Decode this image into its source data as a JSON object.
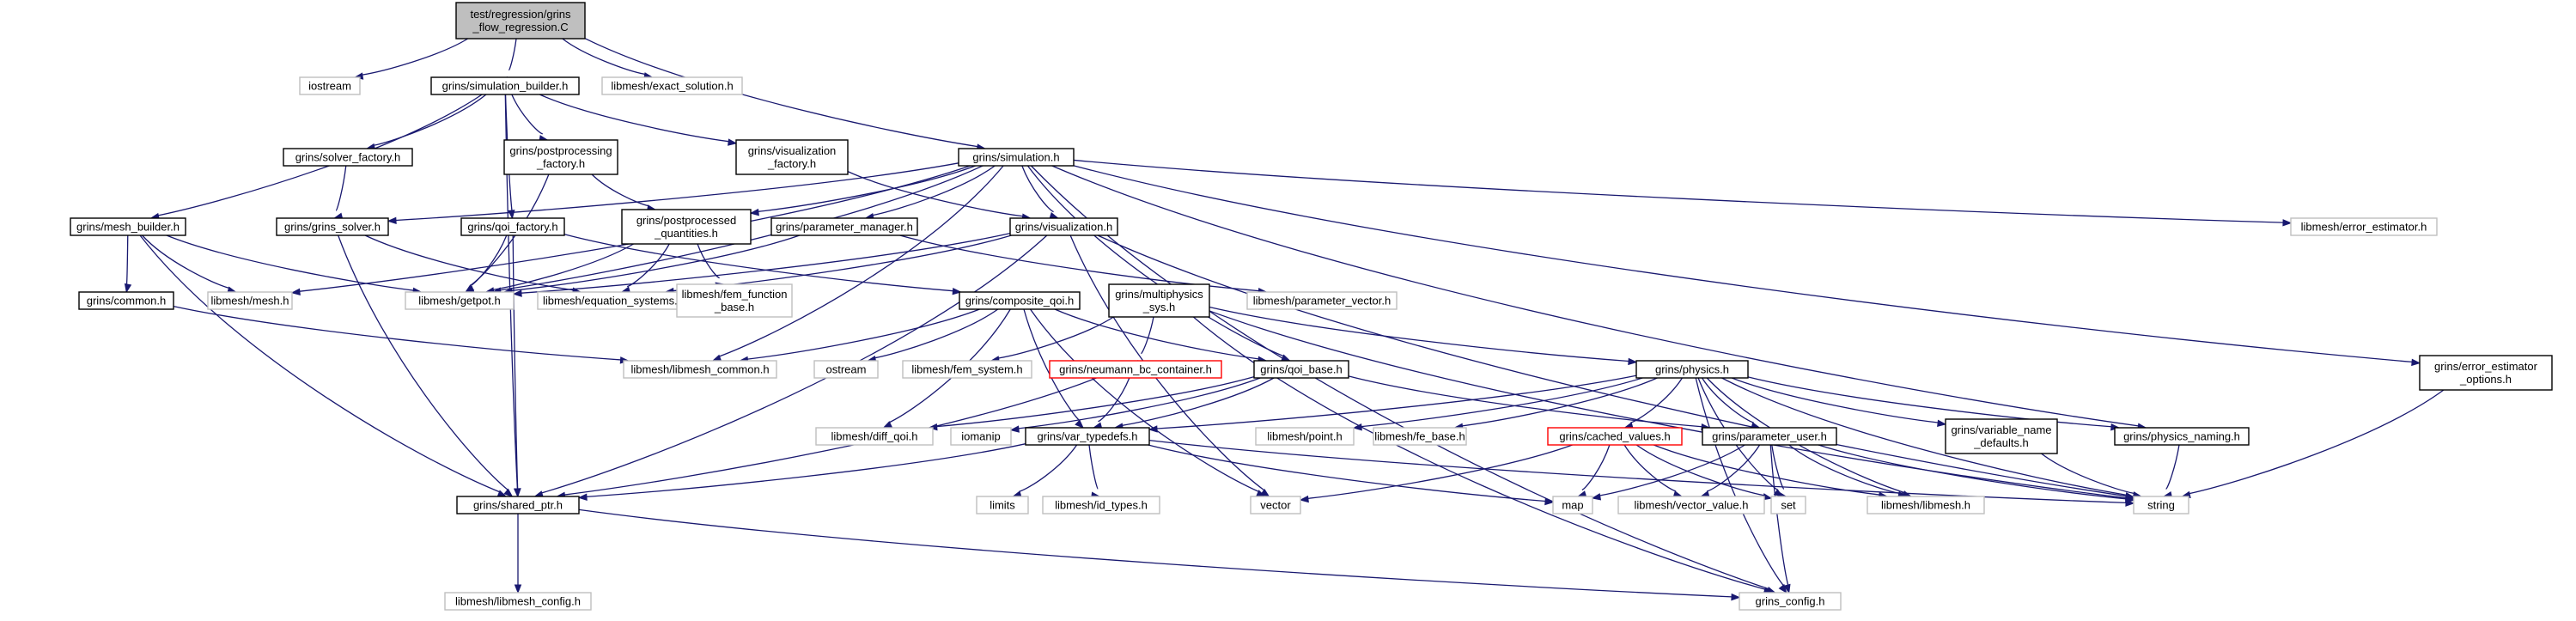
{
  "graph": {
    "nodes": [
      {
        "id": "root",
        "kind": "root",
        "lines": [
          "test/regression/grins",
          "_flow_regression.C"
        ]
      },
      {
        "id": "iostream",
        "kind": "sys",
        "lines": [
          "iostream"
        ]
      },
      {
        "id": "simbuilder",
        "kind": "doc",
        "lines": [
          "grins/simulation_builder.h"
        ]
      },
      {
        "id": "exact",
        "kind": "sys",
        "lines": [
          "libmesh/exact_solution.h"
        ]
      },
      {
        "id": "solverfactory",
        "kind": "doc",
        "lines": [
          "grins/solver_factory.h"
        ]
      },
      {
        "id": "postprocfactory",
        "kind": "doc",
        "lines": [
          "grins/postprocessing",
          "_factory.h"
        ]
      },
      {
        "id": "visfactory",
        "kind": "doc",
        "lines": [
          "grins/visualization",
          "_factory.h"
        ]
      },
      {
        "id": "simulation",
        "kind": "doc",
        "lines": [
          "grins/simulation.h"
        ]
      },
      {
        "id": "meshbuilder",
        "kind": "doc",
        "lines": [
          "grins/mesh_builder.h"
        ]
      },
      {
        "id": "grinssolver",
        "kind": "doc",
        "lines": [
          "grins/grins_solver.h"
        ]
      },
      {
        "id": "qoifactory",
        "kind": "doc",
        "lines": [
          "grins/qoi_factory.h"
        ]
      },
      {
        "id": "postprocq",
        "kind": "doc",
        "lines": [
          "grins/postprocessed",
          "_quantities.h"
        ]
      },
      {
        "id": "parammanager",
        "kind": "doc",
        "lines": [
          "grins/parameter_manager.h"
        ]
      },
      {
        "id": "visualization",
        "kind": "doc",
        "lines": [
          "grins/visualization.h"
        ]
      },
      {
        "id": "errestimator",
        "kind": "sys",
        "lines": [
          "libmesh/error_estimator.h"
        ]
      },
      {
        "id": "errestopts",
        "kind": "doc",
        "lines": [
          "grins/error_estimator",
          "_options.h"
        ]
      },
      {
        "id": "common",
        "kind": "doc",
        "lines": [
          "grins/common.h"
        ]
      },
      {
        "id": "mesh",
        "kind": "sys",
        "lines": [
          "libmesh/mesh.h"
        ]
      },
      {
        "id": "getpot",
        "kind": "sys",
        "lines": [
          "libmesh/getpot.h"
        ]
      },
      {
        "id": "eqsys",
        "kind": "sys",
        "lines": [
          "libmesh/equation_systems.h"
        ]
      },
      {
        "id": "femfunc",
        "kind": "sys",
        "lines": [
          "libmesh/fem_function",
          "_base.h"
        ]
      },
      {
        "id": "compqoi",
        "kind": "doc",
        "lines": [
          "grins/composite_qoi.h"
        ]
      },
      {
        "id": "multiphys",
        "kind": "doc",
        "lines": [
          "grins/multiphysics",
          "_sys.h"
        ]
      },
      {
        "id": "paramvec",
        "kind": "sys",
        "lines": [
          "libmesh/parameter_vector.h"
        ]
      },
      {
        "id": "libmeshcommon",
        "kind": "sys",
        "lines": [
          "libmesh/libmesh_common.h"
        ]
      },
      {
        "id": "ostream",
        "kind": "sys",
        "lines": [
          "ostream"
        ]
      },
      {
        "id": "femsystem",
        "kind": "sys",
        "lines": [
          "libmesh/fem_system.h"
        ]
      },
      {
        "id": "neumann",
        "kind": "red",
        "lines": [
          "grins/neumann_bc_container.h"
        ]
      },
      {
        "id": "qoibase",
        "kind": "doc",
        "lines": [
          "grins/qoi_base.h"
        ]
      },
      {
        "id": "physics",
        "kind": "doc",
        "lines": [
          "grins/physics.h"
        ]
      },
      {
        "id": "diffqoi",
        "kind": "sys",
        "lines": [
          "libmesh/diff_qoi.h"
        ]
      },
      {
        "id": "iomanip",
        "kind": "sys",
        "lines": [
          "iomanip"
        ]
      },
      {
        "id": "vartypedefs",
        "kind": "doc",
        "lines": [
          "grins/var_typedefs.h"
        ]
      },
      {
        "id": "point",
        "kind": "sys",
        "lines": [
          "libmesh/point.h"
        ]
      },
      {
        "id": "febase",
        "kind": "sys",
        "lines": [
          "libmesh/fe_base.h"
        ]
      },
      {
        "id": "cachedvalues",
        "kind": "red",
        "lines": [
          "grins/cached_values.h"
        ]
      },
      {
        "id": "paramuser",
        "kind": "doc",
        "lines": [
          "grins/parameter_user.h"
        ]
      },
      {
        "id": "varnamedefaults",
        "kind": "doc",
        "lines": [
          "grins/variable_name",
          "_defaults.h"
        ]
      },
      {
        "id": "physnaming",
        "kind": "doc",
        "lines": [
          "grins/physics_naming.h"
        ]
      },
      {
        "id": "sharedptr",
        "kind": "doc",
        "lines": [
          "grins/shared_ptr.h"
        ]
      },
      {
        "id": "limits",
        "kind": "sys",
        "lines": [
          "limits"
        ]
      },
      {
        "id": "idtypes",
        "kind": "sys",
        "lines": [
          "libmesh/id_types.h"
        ]
      },
      {
        "id": "vector",
        "kind": "sys",
        "lines": [
          "vector"
        ]
      },
      {
        "id": "map",
        "kind": "sys",
        "lines": [
          "map"
        ]
      },
      {
        "id": "vectorvalue",
        "kind": "sys",
        "lines": [
          "libmesh/vector_value.h"
        ]
      },
      {
        "id": "set",
        "kind": "sys",
        "lines": [
          "set"
        ]
      },
      {
        "id": "libmesh",
        "kind": "sys",
        "lines": [
          "libmesh/libmesh.h"
        ]
      },
      {
        "id": "string",
        "kind": "sys",
        "lines": [
          "string"
        ]
      },
      {
        "id": "libmeshconfig",
        "kind": "sys",
        "lines": [
          "libmesh/libmesh_config.h"
        ]
      },
      {
        "id": "grinsconfig",
        "kind": "sys",
        "lines": [
          "grins_config.h"
        ]
      }
    ],
    "edges": [
      [
        "root",
        "iostream"
      ],
      [
        "root",
        "simbuilder"
      ],
      [
        "root",
        "exact"
      ],
      [
        "root",
        "simulation"
      ],
      [
        "simbuilder",
        "meshbuilder"
      ],
      [
        "simbuilder",
        "solverfactory"
      ],
      [
        "simbuilder",
        "postprocfactory"
      ],
      [
        "simbuilder",
        "visfactory"
      ],
      [
        "simbuilder",
        "qoifactory"
      ],
      [
        "simbuilder",
        "sharedptr"
      ],
      [
        "solverfactory",
        "grinssolver"
      ],
      [
        "postprocfactory",
        "postprocq"
      ],
      [
        "postprocfactory",
        "getpot"
      ],
      [
        "visfactory",
        "visualization"
      ],
      [
        "simulation",
        "mesh"
      ],
      [
        "simulation",
        "grinssolver"
      ],
      [
        "simulation",
        "getpot"
      ],
      [
        "simulation",
        "postprocq"
      ],
      [
        "simulation",
        "parammanager"
      ],
      [
        "simulation",
        "visualization"
      ],
      [
        "simulation",
        "qoibase"
      ],
      [
        "simulation",
        "errestimator"
      ],
      [
        "simulation",
        "errestopts"
      ],
      [
        "simulation",
        "physnaming"
      ],
      [
        "simulation",
        "grinsconfig"
      ],
      [
        "simulation",
        "libmeshcommon"
      ],
      [
        "meshbuilder",
        "common"
      ],
      [
        "meshbuilder",
        "mesh"
      ],
      [
        "meshbuilder",
        "getpot"
      ],
      [
        "meshbuilder",
        "sharedptr"
      ],
      [
        "grinssolver",
        "eqsys"
      ],
      [
        "grinssolver",
        "sharedptr"
      ],
      [
        "qoifactory",
        "getpot"
      ],
      [
        "qoifactory",
        "compqoi"
      ],
      [
        "qoifactory",
        "sharedptr"
      ],
      [
        "postprocq",
        "getpot"
      ],
      [
        "postprocq",
        "eqsys"
      ],
      [
        "postprocq",
        "femfunc"
      ],
      [
        "parammanager",
        "getpot"
      ],
      [
        "parammanager",
        "paramvec"
      ],
      [
        "visualization",
        "eqsys"
      ],
      [
        "visualization",
        "getpot"
      ],
      [
        "visualization",
        "sharedptr"
      ],
      [
        "visualization",
        "string"
      ],
      [
        "visualization",
        "vector"
      ],
      [
        "errestopts",
        "string"
      ],
      [
        "common",
        "libmeshcommon"
      ],
      [
        "compqoi",
        "libmeshcommon"
      ],
      [
        "compqoi",
        "ostream"
      ],
      [
        "compqoi",
        "diffqoi"
      ],
      [
        "compqoi",
        "qoibase"
      ],
      [
        "compqoi",
        "vartypedefs"
      ],
      [
        "compqoi",
        "vector"
      ],
      [
        "multiphys",
        "femsystem"
      ],
      [
        "multiphys",
        "neumann"
      ],
      [
        "multiphys",
        "physics"
      ],
      [
        "multiphys",
        "string"
      ],
      [
        "multiphys",
        "grinsconfig"
      ],
      [
        "neumann",
        "vartypedefs"
      ],
      [
        "neumann",
        "sharedptr"
      ],
      [
        "qoibase",
        "diffqoi"
      ],
      [
        "qoibase",
        "iomanip"
      ],
      [
        "qoibase",
        "vartypedefs"
      ],
      [
        "qoibase",
        "paramuser"
      ],
      [
        "physics",
        "vartypedefs"
      ],
      [
        "physics",
        "point"
      ],
      [
        "physics",
        "febase"
      ],
      [
        "physics",
        "cachedvalues"
      ],
      [
        "physics",
        "paramuser"
      ],
      [
        "physics",
        "varnamedefaults"
      ],
      [
        "physics",
        "physnaming"
      ],
      [
        "physics",
        "set"
      ],
      [
        "physics",
        "libmesh"
      ],
      [
        "physics",
        "string"
      ],
      [
        "physics",
        "grinsconfig"
      ],
      [
        "cachedvalues",
        "vector"
      ],
      [
        "cachedvalues",
        "map"
      ],
      [
        "cachedvalues",
        "vectorvalue"
      ],
      [
        "cachedvalues",
        "set"
      ],
      [
        "cachedvalues",
        "libmesh"
      ],
      [
        "paramuser",
        "map"
      ],
      [
        "paramuser",
        "vectorvalue"
      ],
      [
        "paramuser",
        "set"
      ],
      [
        "paramuser",
        "libmesh"
      ],
      [
        "paramuser",
        "string"
      ],
      [
        "paramuser",
        "grinsconfig"
      ],
      [
        "varnamedefaults",
        "string"
      ],
      [
        "physnaming",
        "string"
      ],
      [
        "vartypedefs",
        "sharedptr"
      ],
      [
        "vartypedefs",
        "limits"
      ],
      [
        "vartypedefs",
        "idtypes"
      ],
      [
        "vartypedefs",
        "map"
      ],
      [
        "vartypedefs",
        "string"
      ],
      [
        "sharedptr",
        "libmeshconfig"
      ],
      [
        "sharedptr",
        "grinsconfig"
      ]
    ]
  }
}
